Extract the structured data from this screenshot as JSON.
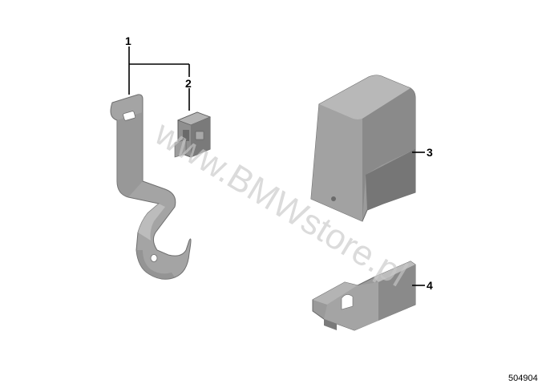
{
  "diagram": {
    "callouts": [
      {
        "id": "1",
        "label": "1"
      },
      {
        "id": "2",
        "label": "2"
      },
      {
        "id": "3",
        "label": "3"
      },
      {
        "id": "4",
        "label": "4"
      }
    ],
    "watermark": "www.BMWstore.pl",
    "diagram_number": "504904"
  },
  "colors": {
    "part_light": "#b9b9b9",
    "part_mid": "#9a9a9a",
    "part_dark": "#7a7a7a",
    "part_edge": "#6a6a6a",
    "leader": "#000000"
  }
}
